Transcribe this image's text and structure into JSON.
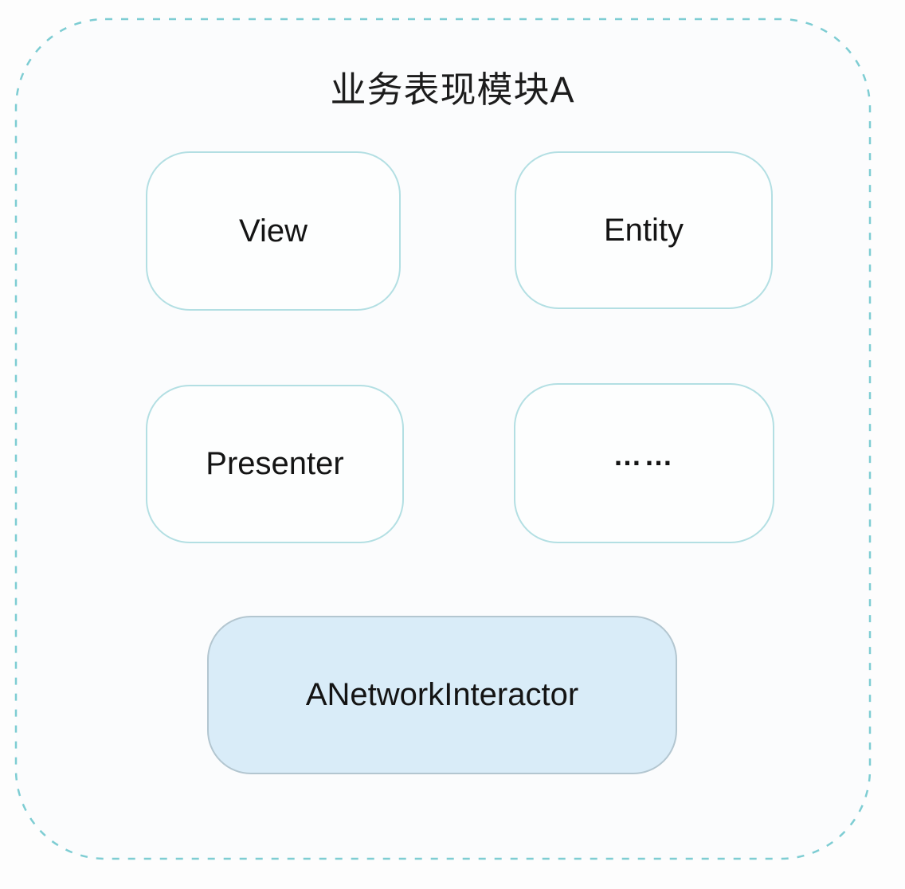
{
  "diagram": {
    "title": "业务表现模块A",
    "modules": [
      {
        "id": "view",
        "label": "View"
      },
      {
        "id": "entity",
        "label": "Entity"
      },
      {
        "id": "presenter",
        "label": "Presenter"
      },
      {
        "id": "others",
        "label": "……"
      },
      {
        "id": "interactor",
        "label": "ANetworkInteractor"
      }
    ],
    "colors": {
      "container_dashed_border": "#7ecdd3",
      "module_border": "#b3dfe3",
      "module_fill": "#fdfefe",
      "interactor_fill": "#d9ecf8",
      "interactor_border": "#b3c6d0",
      "title_text": "#1c1c1c",
      "label_text": "#141414",
      "page_background": "#fdfdfd"
    }
  }
}
